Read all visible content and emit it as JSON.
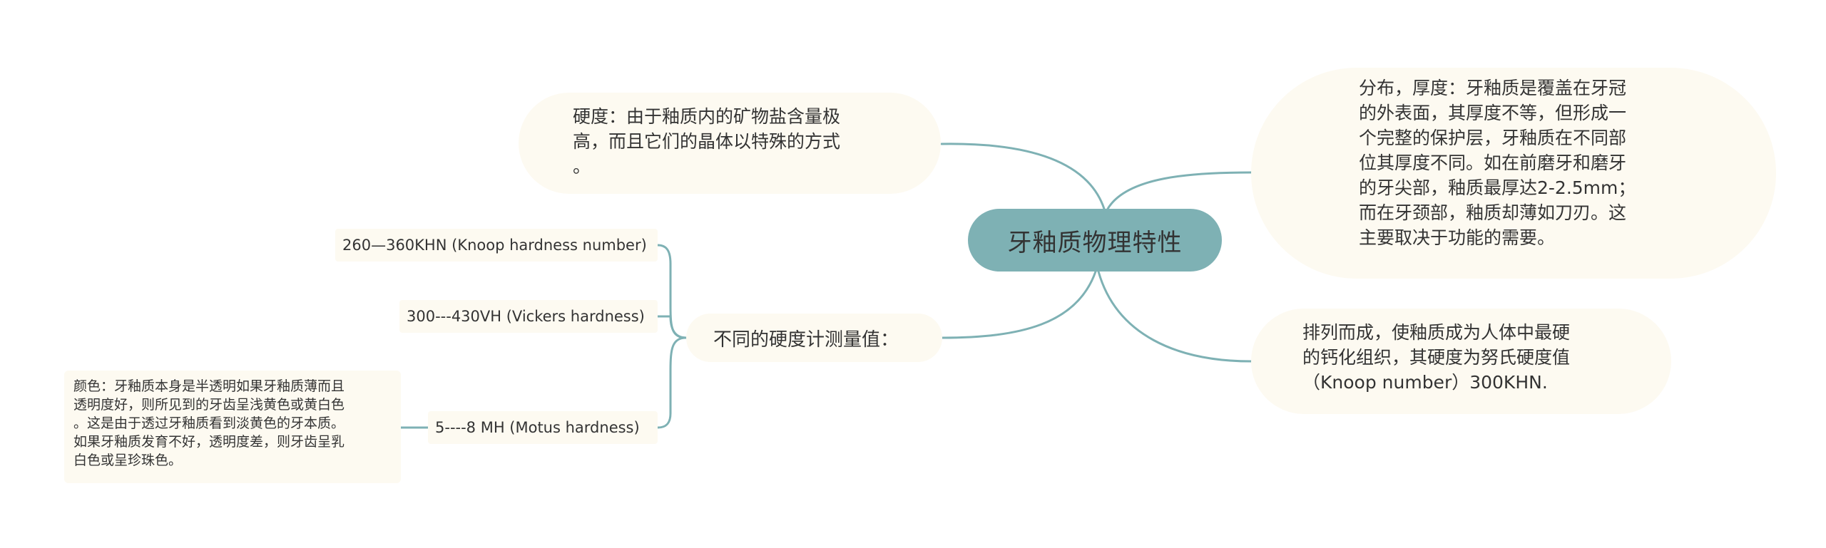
{
  "mindmap": {
    "root": {
      "label": "牙釉质物理特性"
    },
    "right": {
      "distribution": {
        "lines": [
          "分布，厚度：牙釉质是覆盖在牙冠",
          "的外表面，其厚度不等，但形成一",
          "个完整的保护层，牙釉质在不同部",
          "位其厚度不同。如在前磨牙和磨牙",
          "的牙尖部，釉质最厚达2-2.5mm；",
          "而在牙颈部，釉质却薄如刀刃。这",
          "主要取决于功能的需要。"
        ]
      },
      "arrangement": {
        "lines": [
          "排列而成，使釉质成为人体中最硬",
          "的钙化组织，其硬度为努氏硬度值",
          "（Knoop number）300KHN."
        ]
      }
    },
    "left": {
      "hardness": {
        "lines": [
          "硬度：由于釉质内的矿物盐含量极",
          "高，而且它们的晶体以特殊的方式",
          "。"
        ]
      },
      "measurements": {
        "label": "不同的硬度计测量值：",
        "children": [
          {
            "label": "260—360KHN (Knoop hardness number)"
          },
          {
            "label": "300---430VH (Vickers hardness)"
          },
          {
            "label": "5----8 MH (Motus hardness)"
          }
        ]
      },
      "color_note": {
        "lines": [
          "颜色：牙釉质本身是半透明如果牙釉质薄而且",
          "透明度好，则所见到的牙齿呈浅黄色或黄白色",
          "。这是由于透过牙釉质看到淡黄色的牙本质。",
          "如果牙釉质发育不好，透明度差，则牙齿呈乳",
          "白色或呈珍珠色。"
        ]
      }
    },
    "colors": {
      "root_fill": "#7eb1b4",
      "connector": "#7eb1b4",
      "bubble_fill": "#fdfaf1",
      "text": "#333333"
    }
  }
}
